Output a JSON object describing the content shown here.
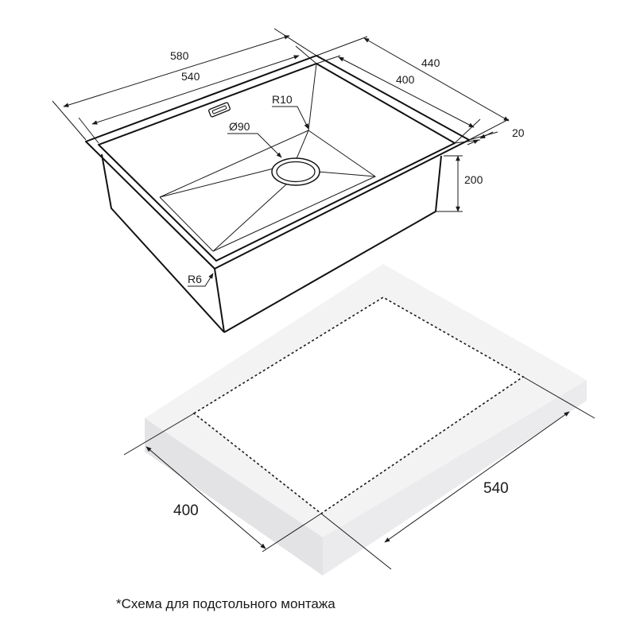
{
  "dimensions": {
    "overall_length": "580",
    "bowl_length": "540",
    "overall_width": "440",
    "bowl_width": "400",
    "rim_thickness": "20",
    "bowl_depth": "200",
    "corner_radius_inner": "R10",
    "corner_radius_outer": "R6",
    "drain_diameter": "Ø90"
  },
  "cutout": {
    "width": "400",
    "length": "540"
  },
  "caption": "*Схема для подстольного монтажа",
  "colors": {
    "line": "#111111",
    "countertop_top": "#f3f3f4",
    "countertop_side": "#e3e3e5"
  }
}
